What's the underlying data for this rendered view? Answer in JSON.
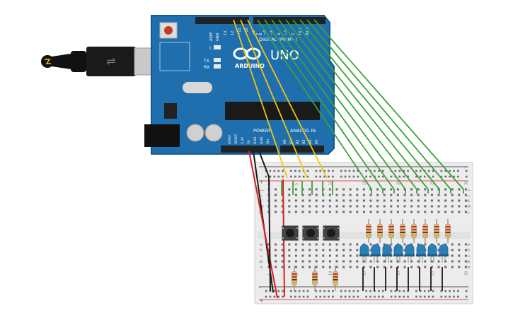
{
  "board": {
    "brand": "ARDUINO",
    "model": "UNO",
    "digital_label": "DIGITAL (PWM~)",
    "power_label": "POWER",
    "analog_label": "ANALOG IN",
    "aref_label": "AREF",
    "gnd_label": "GND",
    "led_l_label": "L",
    "tx_label": "TX",
    "rx_label": "RX",
    "power_pins": [
      "IOREF",
      "RESET",
      "3.3V",
      "5V",
      "GND",
      "GND",
      "Vin"
    ],
    "analog_pins": [
      "A0",
      "A1",
      "A2",
      "A3",
      "A4",
      "A5"
    ],
    "digital_pins": [
      "13",
      "12",
      "~11",
      "~10",
      "~9",
      "8",
      "7",
      "~6",
      "~5",
      "4",
      "~3",
      "2",
      "TX 1",
      "RX 0"
    ]
  },
  "breadboard": {
    "plus": "+",
    "minus": "-",
    "row_letters_top": [
      "j",
      "i",
      "h",
      "g",
      "f"
    ],
    "row_letters_bottom": [
      "e",
      "d",
      "c",
      "b",
      "a"
    ],
    "column_numbers": [
      "1",
      "5",
      "10",
      "15",
      "20",
      "25",
      "30"
    ]
  },
  "colors": {
    "board": "#1f6fae",
    "board_edge": "#15578c",
    "header": "#222222",
    "wire_green": "#3aa33a",
    "wire_yellow": "#f2c40f",
    "wire_red": "#d92020",
    "wire_black": "#1a1a1a",
    "led": "#2b7fb8",
    "breadboard": "#ececec"
  },
  "components": {
    "buttons": 3,
    "leds": 8,
    "resistors_led": 8,
    "resistors_button": 3
  }
}
